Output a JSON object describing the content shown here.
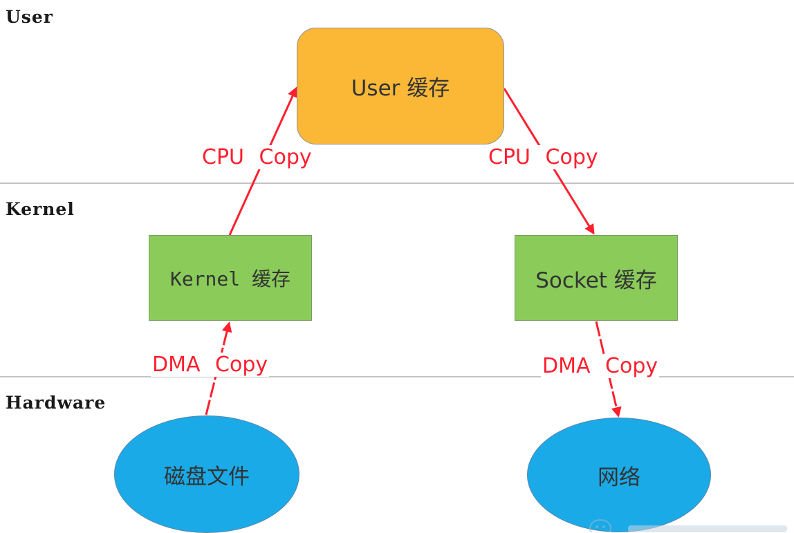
{
  "layers": {
    "user": "User",
    "kernel": "Kernel",
    "hardware": "Hardware"
  },
  "nodes": {
    "user_buffer": "User 缓存",
    "kernel_buffer": "Kernel 缓存",
    "socket_buffer": "Socket 缓存",
    "disk_file": "磁盘文件",
    "network": "网络"
  },
  "edges": {
    "dma_copy_in": "DMA Copy",
    "cpu_copy_up": "CPU Copy",
    "cpu_copy_down": "CPU Copy",
    "dma_copy_out": "DMA Copy"
  },
  "colors": {
    "arrow": "#ff1f2e",
    "user_buffer_fill": "#fbb837",
    "kernel_fill": "#8acb5a",
    "hardware_fill": "#1aaae7"
  },
  "icons": {
    "watermark": "wechat-logo-icon"
  }
}
